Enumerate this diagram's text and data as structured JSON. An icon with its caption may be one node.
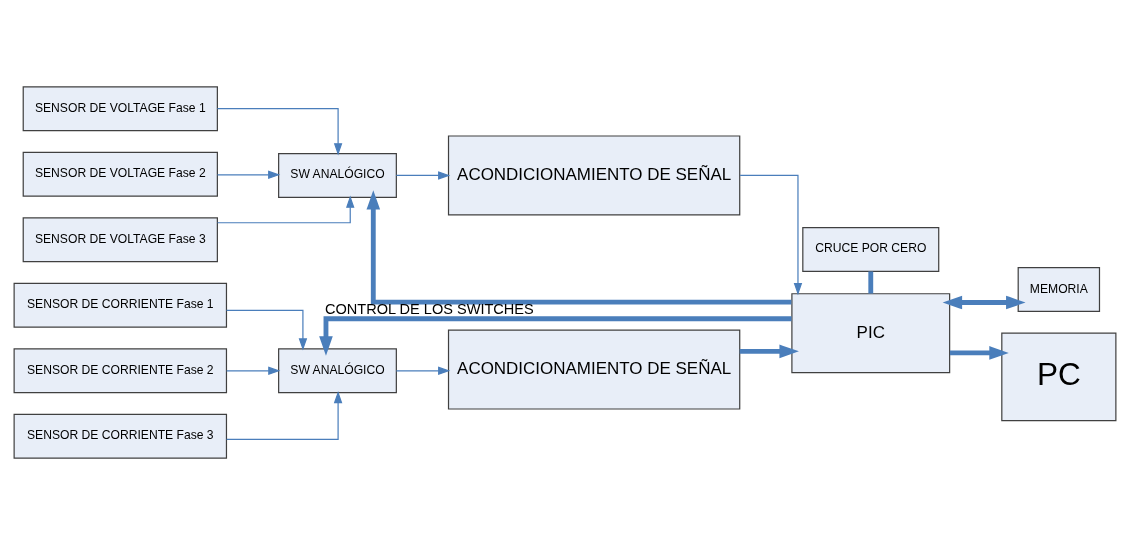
{
  "diagram": {
    "nodes": [
      {
        "text": [
          "SENSOR DE VOLTAGE Fase 1"
        ]
      },
      {
        "text": [
          "SENSOR DE VOLTAGE Fase 2"
        ]
      },
      {
        "text": [
          "SENSOR DE VOLTAGE Fase 3"
        ]
      },
      {
        "text": [
          "SW ANALÓGICO"
        ]
      },
      {
        "text": [
          "ACONDICIONAMIENTO DE SEÑAL"
        ]
      },
      {
        "text": [
          "CRUCE POR CERO"
        ]
      },
      {
        "text": [
          "PIC"
        ]
      },
      {
        "text": [
          "MEMORIA"
        ]
      },
      {
        "text": [
          "PC"
        ]
      },
      {
        "text": [
          "SENSOR DE CORRIENTE Fase 1"
        ]
      },
      {
        "text": [
          "SENSOR DE CORRIENTE Fase 2"
        ]
      },
      {
        "text": [
          "SENSOR DE CORRIENTE Fase 3"
        ]
      },
      {
        "text": [
          "SW ANALÓGICO"
        ]
      },
      {
        "text": [
          "ACONDICIONAMIENTO DE SEÑAL"
        ]
      }
    ],
    "edges": [
      {
        "from": 0,
        "to": 3,
        "arrow": "to"
      },
      {
        "from": 1,
        "to": 3,
        "arrow": "to"
      },
      {
        "from": 2,
        "to": 3,
        "arrow": "to"
      },
      {
        "from": 3,
        "to": 4,
        "arrow": "to"
      },
      {
        "from": 4,
        "to": 6,
        "arrow": "to"
      },
      {
        "from": 5,
        "to": 6,
        "arrow": "none",
        "style": "thick"
      },
      {
        "from": 6,
        "to": 7,
        "arrow": "both",
        "style": "thick"
      },
      {
        "from": 6,
        "to": 8,
        "arrow": "to",
        "style": "thick"
      },
      {
        "from": 6,
        "to": 3,
        "arrow": "to",
        "style": "thick",
        "label": "CONTROL DE LOS SWITCHES"
      },
      {
        "from": 6,
        "to": 12,
        "arrow": "to",
        "style": "thick"
      },
      {
        "from": 9,
        "to": 12,
        "arrow": "to"
      },
      {
        "from": 10,
        "to": 12,
        "arrow": "to"
      },
      {
        "from": 11,
        "to": 12,
        "arrow": "to"
      },
      {
        "from": 12,
        "to": 13,
        "arrow": "to"
      },
      {
        "from": 13,
        "to": 6,
        "arrow": "to",
        "style": "thick"
      }
    ]
  }
}
